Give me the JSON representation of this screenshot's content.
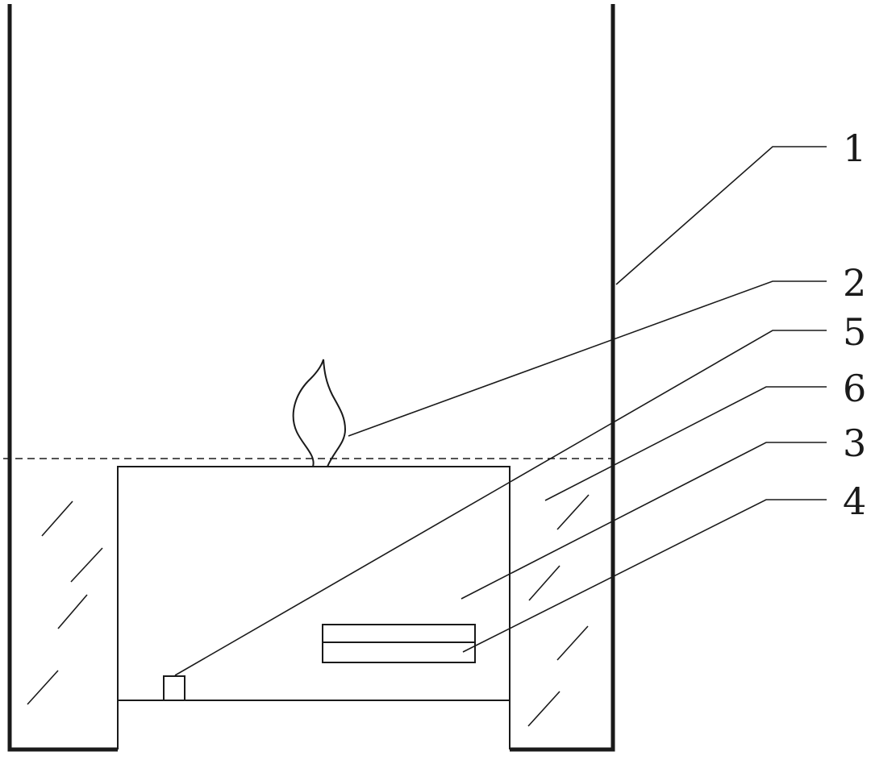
{
  "figure": {
    "labels": [
      {
        "id": "container-wall",
        "text": "1"
      },
      {
        "id": "flame",
        "text": "2"
      },
      {
        "id": "sensor",
        "text": "5"
      },
      {
        "id": "liquid",
        "text": "6"
      },
      {
        "id": "body",
        "text": "3"
      },
      {
        "id": "plate",
        "text": "4"
      }
    ]
  },
  "colors": {
    "stroke": "#1a1a1a",
    "background": "#ffffff"
  }
}
